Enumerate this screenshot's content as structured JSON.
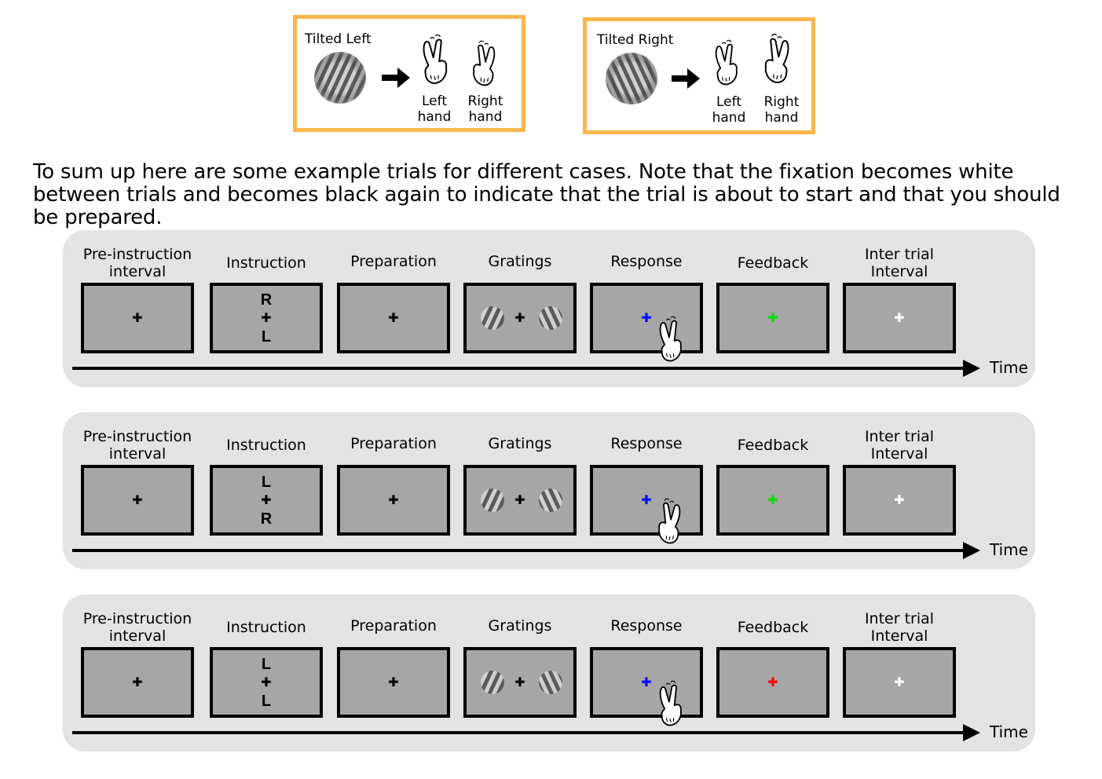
{
  "legend": [
    {
      "title": "Tilted Left",
      "left_hand_label": "Left hand",
      "right_hand_label": "Right hand",
      "left_line1": "Left",
      "left_line2": "hand",
      "right_line1": "Right",
      "right_line2": "hand",
      "grating_tilt": "left"
    },
    {
      "title": "Tilted Right",
      "left_line1": "Left",
      "left_line2": "hand",
      "right_line1": "Right",
      "right_line2": "hand",
      "grating_tilt": "right"
    }
  ],
  "intro_text": "To sum up here are some example trials for different cases. Note that the fixation becomes white between trials and becomes black again to indicate that the trial is about to start and that you should be prepared.",
  "stages": {
    "pre_instruction_1": "Pre-instruction",
    "pre_instruction_2": "interval",
    "instruction": "Instruction",
    "preparation": "Preparation",
    "gratings": "Gratings",
    "response": "Response",
    "feedback": "Feedback",
    "inter_trial_1": "Inter trial",
    "inter_trial_2": "Interval"
  },
  "time_label": "Time",
  "trials": [
    {
      "instruction_top": "R",
      "instruction_bottom": "L",
      "response_cross_color": "#0000ff",
      "feedback_cross_color": "#00dd00",
      "iti_cross_color": "#ffffff",
      "gratings": [
        "left",
        "right"
      ]
    },
    {
      "instruction_top": "L",
      "instruction_bottom": "R",
      "response_cross_color": "#0000ff",
      "feedback_cross_color": "#00dd00",
      "iti_cross_color": "#ffffff",
      "gratings": [
        "left",
        "right"
      ]
    },
    {
      "instruction_top": "L",
      "instruction_bottom": "L",
      "response_cross_color": "#0000ff",
      "feedback_cross_color": "#ff0000",
      "iti_cross_color": "#ffffff",
      "gratings": [
        "left",
        "right"
      ]
    }
  ],
  "colors": {
    "legend_border": "#f9b64a",
    "panel_bg": "#e3e3e3",
    "screen_bg": "#a6a6a6"
  },
  "icons": {
    "hand": "victory-hand-icon",
    "arrow": "right-arrow-icon"
  }
}
